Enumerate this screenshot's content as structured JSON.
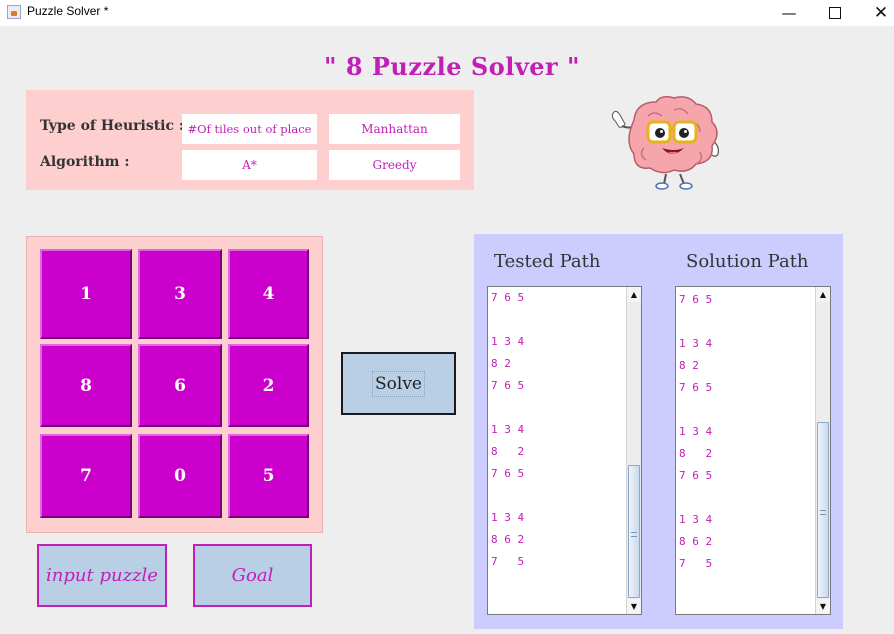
{
  "window": {
    "title": "Puzzle Solver *",
    "minimize_glyph": "—",
    "close_glyph": "✕"
  },
  "heading": "\" 8 Puzzle Solver \"",
  "settings": {
    "heuristic_label": "Type of Heuristic :",
    "algorithm_label": "Algorithm :",
    "heuristic_options": [
      "#Of tiles out of place",
      "Manhattan"
    ],
    "algorithm_options": [
      "A*",
      "Greedy"
    ]
  },
  "board": {
    "tiles": [
      "1",
      "3",
      "4",
      "8",
      "6",
      "2",
      "7",
      "0",
      "5"
    ]
  },
  "solve_label": "Solve",
  "input_puzzle_label": "input puzzle",
  "goal_label": "Goal",
  "paths": {
    "tested_heading": "Tested Path",
    "solution_heading": "Solution Path",
    "tested_text": "7 6 5\n\n1 3 4\n8 2\n7 6 5\n\n1 3 4\n8   2\n7 6 5\n\n1 3 4\n8 6 2\n7   5",
    "solution_text": "7 6 5\n\n1 3 4\n8 2\n7 6 5\n\n1 3 4\n8   2\n7 6 5\n\n1 3 4\n8 6 2\n7   5"
  },
  "icons": {
    "app": "java-app-icon",
    "mascot": "brain-mascot-icon",
    "scroll_up": "▲",
    "scroll_down": "▼"
  },
  "colors": {
    "accent": "#c21fb7",
    "tile": "#cc00cc",
    "settings_bg": "#fdcfcf",
    "path_bg": "#ccccff",
    "button_bg": "#b8cfe6"
  }
}
